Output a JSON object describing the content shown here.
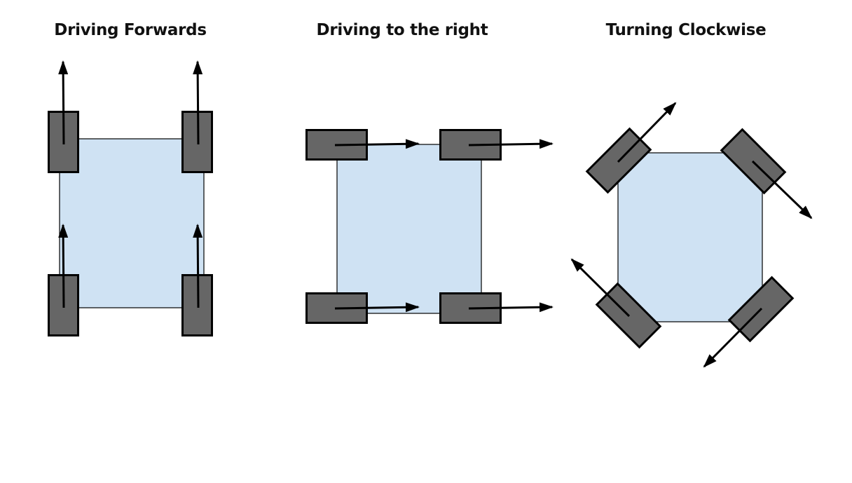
{
  "colors": {
    "body_fill": "#cfe2f3",
    "body_stroke": "#000000",
    "wheel_fill": "#666666",
    "wheel_stroke": "#000000",
    "arrow": "#000000",
    "background": "#ffffff"
  },
  "panels": [
    {
      "title": "Driving Forwards",
      "wheel_orientation": "vertical",
      "wheel_directions": [
        "forward",
        "forward",
        "forward",
        "forward"
      ]
    },
    {
      "title": "Driving to the right",
      "wheel_orientation": "horizontal",
      "wheel_directions": [
        "right",
        "right",
        "right",
        "right"
      ]
    },
    {
      "title": "Turning Clockwise",
      "wheel_orientation": "diagonal",
      "wheel_directions": [
        "up-right",
        "down-right",
        "up-left",
        "down-left"
      ]
    }
  ]
}
